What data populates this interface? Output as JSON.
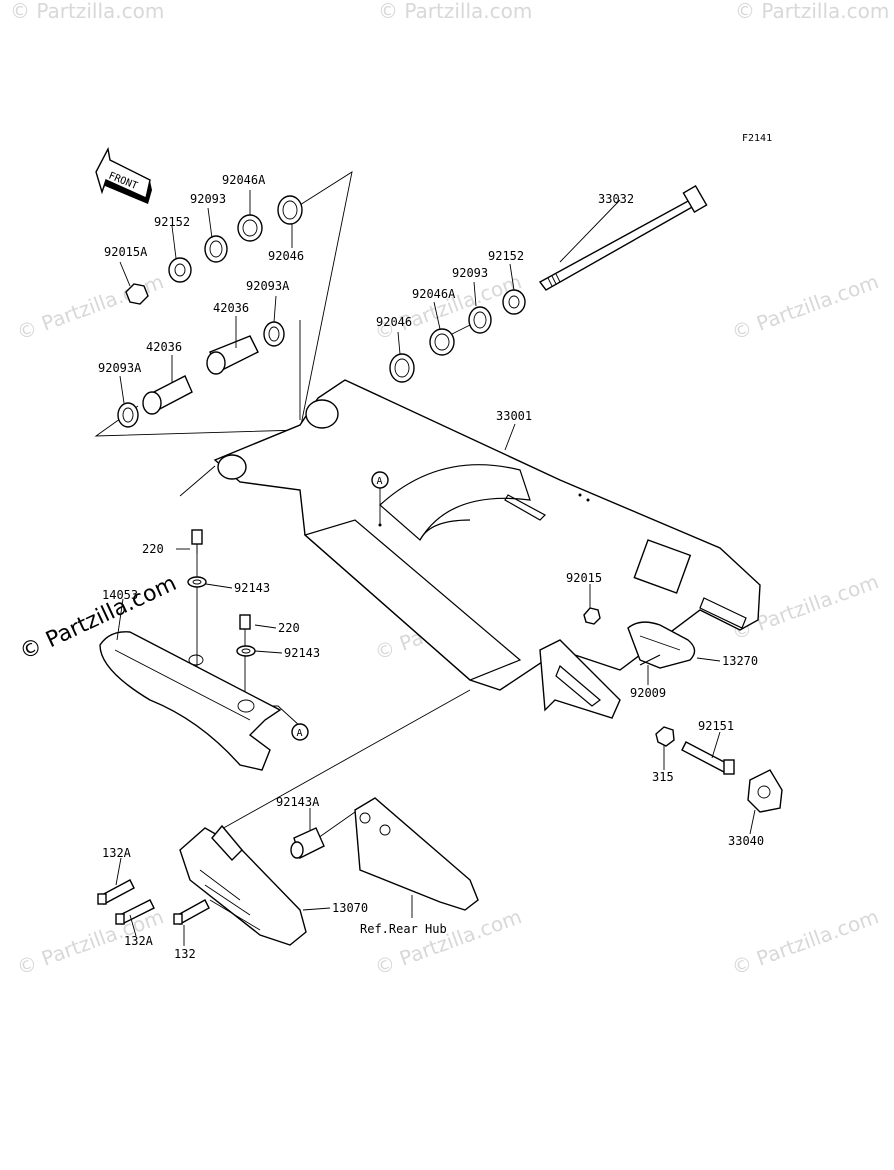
{
  "figure_code": "F2141",
  "front_label": "FRONT",
  "watermark": "© Partzilla.com",
  "watermark_side": "© Partzilla.com",
  "ref_note": "Ref.Rear Hub",
  "callout_a": "A",
  "labels": {
    "p92046A_top": "92046A",
    "p92093_top": "92093",
    "p92152_top": "92152",
    "p92015A": "92015A",
    "p92046_top": "92046",
    "p33032": "33032",
    "p92093A_top": "92093A",
    "p42036_top": "42036",
    "p42036_low": "42036",
    "p92093A_low": "92093A",
    "p92152_right": "92152",
    "p92093_right": "92093",
    "p92046A_right": "92046A",
    "p92046_right": "92046",
    "p33001": "33001",
    "p220_a": "220",
    "p92143_a": "92143",
    "p14053": "14053",
    "p220_b": "220",
    "p92143_b": "92143",
    "p92015": "92015",
    "p13270": "13270",
    "p92009": "92009",
    "p92151": "92151",
    "p315": "315",
    "p33040": "33040",
    "p92143A": "92143A",
    "p132A_a": "132A",
    "p132A_b": "132A",
    "p132": "132",
    "p13070": "13070"
  }
}
